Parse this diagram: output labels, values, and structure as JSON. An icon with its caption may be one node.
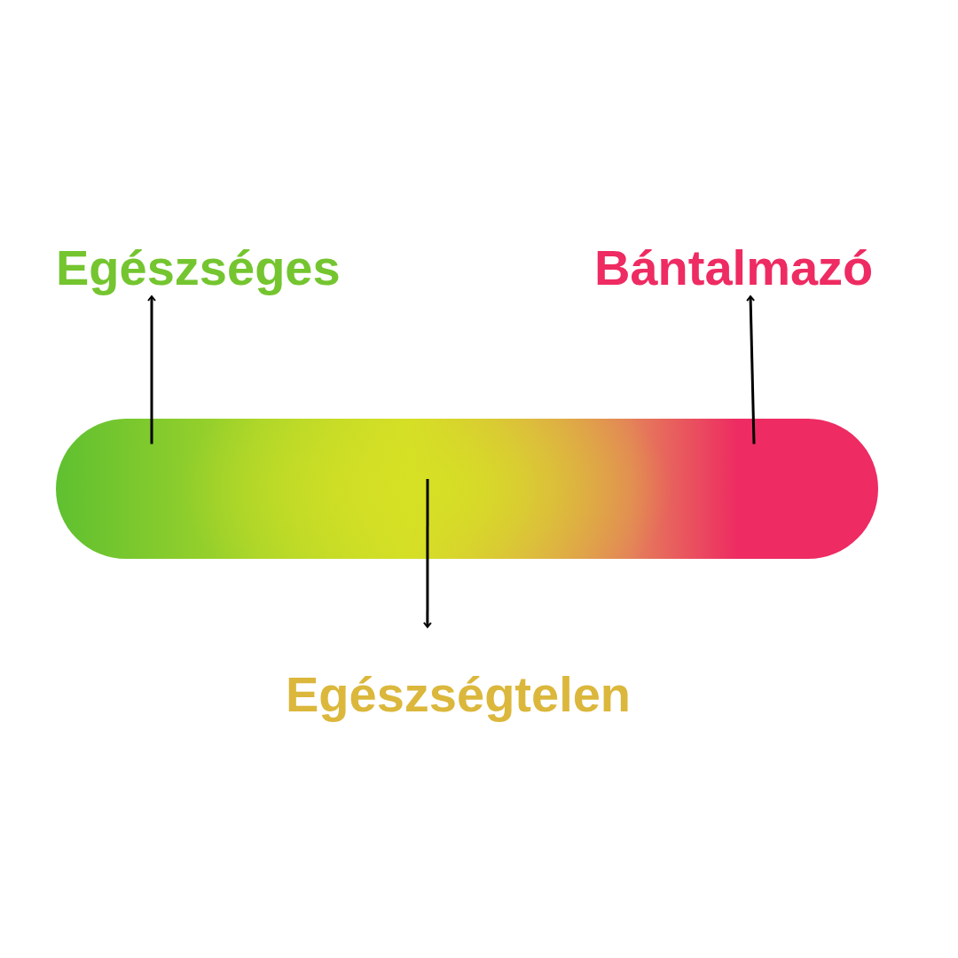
{
  "diagram": {
    "nodes": [
      {
        "text": [],
        "shape": "bar"
      },
      {
        "text": [
          "Egészséges"
        ]
      },
      {
        "text": [
          "Bántalmazó"
        ]
      },
      {
        "text": [
          "Egészségtelen"
        ]
      }
    ],
    "edges": [
      {
        "from": 0,
        "to": 1,
        "arrow": "to"
      },
      {
        "from": 0,
        "to": 2,
        "arrow": "to"
      },
      {
        "from": 0,
        "to": 3,
        "arrow": "to"
      }
    ]
  }
}
